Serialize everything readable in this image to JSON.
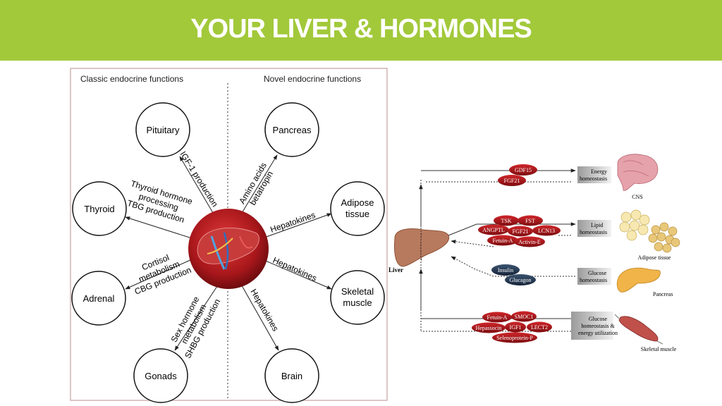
{
  "header": {
    "title": "YOUR LIVER & HORMONES"
  },
  "left_diagram": {
    "headers": {
      "classic": "Classic endocrine functions",
      "novel": "Novel endocrine functions"
    },
    "organs": {
      "pituitary": "Pituitary",
      "thyroid": "Thyroid",
      "adrenal": "Adrenal",
      "gonads": "Gonads",
      "pancreas": "Pancreas",
      "adipose": [
        "Adipose",
        "tissue"
      ],
      "skeletal": [
        "Skeletal",
        "muscle"
      ],
      "brain": "Brain"
    },
    "labels": {
      "igf1": "IGF-1 production",
      "thyroid": [
        "Thyroid hormone",
        "processing",
        "TBG production"
      ],
      "cortisol": [
        "Cortisol",
        "metabolism",
        "CBG production"
      ],
      "sex": [
        "Sex hormone",
        "metabolism",
        "SHBG production"
      ],
      "amino": [
        "Amino acids",
        "betatropin"
      ],
      "hepatokines_adipose": "Hepatokines",
      "hepatokines_skeletal": "Hepatokines",
      "hepatokines_brain": "Hepatokines"
    }
  },
  "right_diagram": {
    "liver_label": "Liver",
    "groups": {
      "energy": {
        "hormones": [
          "GDF15",
          "FGF21"
        ],
        "target": [
          "Energy",
          "homeostasis"
        ],
        "organ": "CNS"
      },
      "lipid": {
        "hormones": [
          "TSK",
          "FST",
          "ANGPTL",
          "FGF21",
          "LCN13",
          "Fetuin-A",
          "Activin-E"
        ],
        "target": [
          "Lipid",
          "homeostasis"
        ],
        "organ": "Adipose tissue"
      },
      "glucose": {
        "hormones": [
          "Insulin",
          "Glucagon"
        ],
        "target": [
          "Glucose",
          "homeostasis"
        ],
        "organ": "Pancreas"
      },
      "muscle": {
        "hormones": [
          "Fetuin-A",
          "SMOC1",
          "Hepassocin",
          "IGF1",
          "LECT2",
          "Selenoprotein-P"
        ],
        "target": [
          "Glucose",
          "homeostasis &",
          "energy utilization"
        ],
        "organ": "Skeletal muscle"
      }
    }
  }
}
